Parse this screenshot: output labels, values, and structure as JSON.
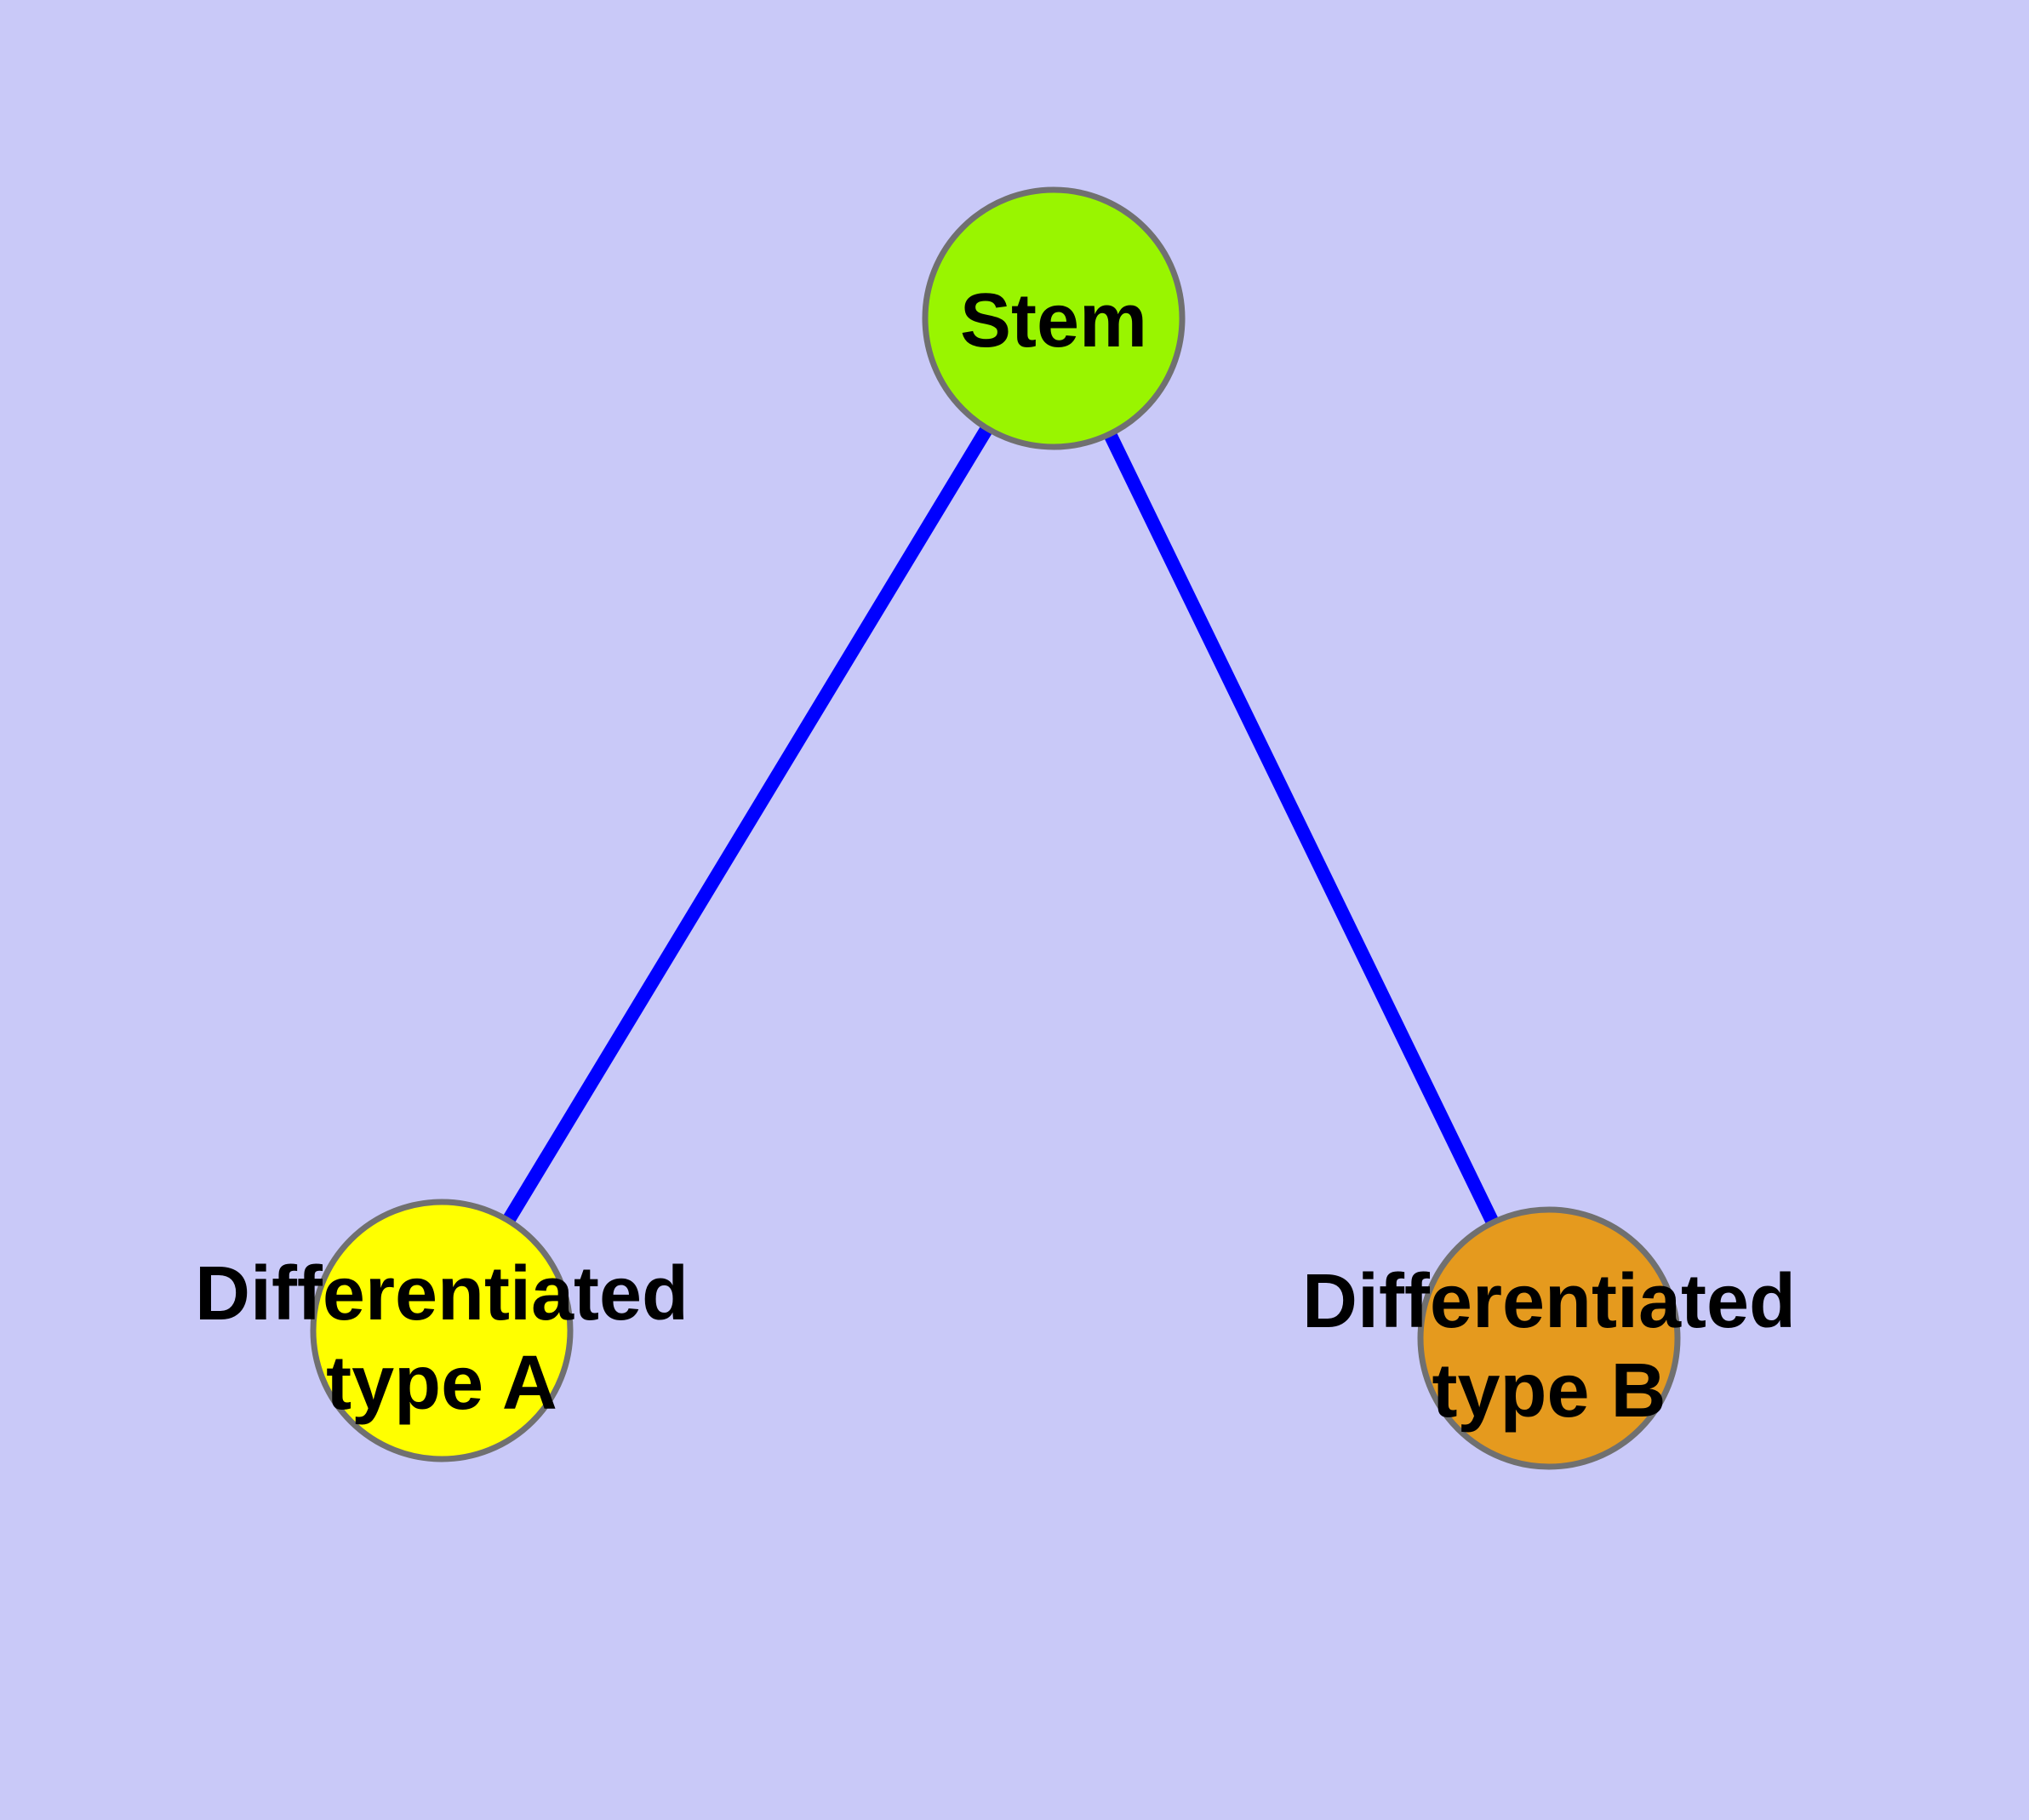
{
  "canvas": {
    "background_color": "#C9C9F8"
  },
  "graph": {
    "edge_color": "#0000FF",
    "edge_width": 16,
    "node_border_color": "#707070",
    "node_border_width": 7,
    "label_color": "#000000",
    "nodes": {
      "stem": {
        "label": "Stem",
        "fill_color": "#99F500"
      },
      "type_a": {
        "label_line1": "Differentiated",
        "label_line2": "type A",
        "fill_color": "#FFFF00"
      },
      "type_b": {
        "label_line1": "Differentiated",
        "label_line2": "type B",
        "fill_color": "#E59A1E"
      }
    },
    "edges": [
      {
        "name": "stem-to-type-a"
      },
      {
        "name": "stem-to-type-b"
      }
    ]
  }
}
